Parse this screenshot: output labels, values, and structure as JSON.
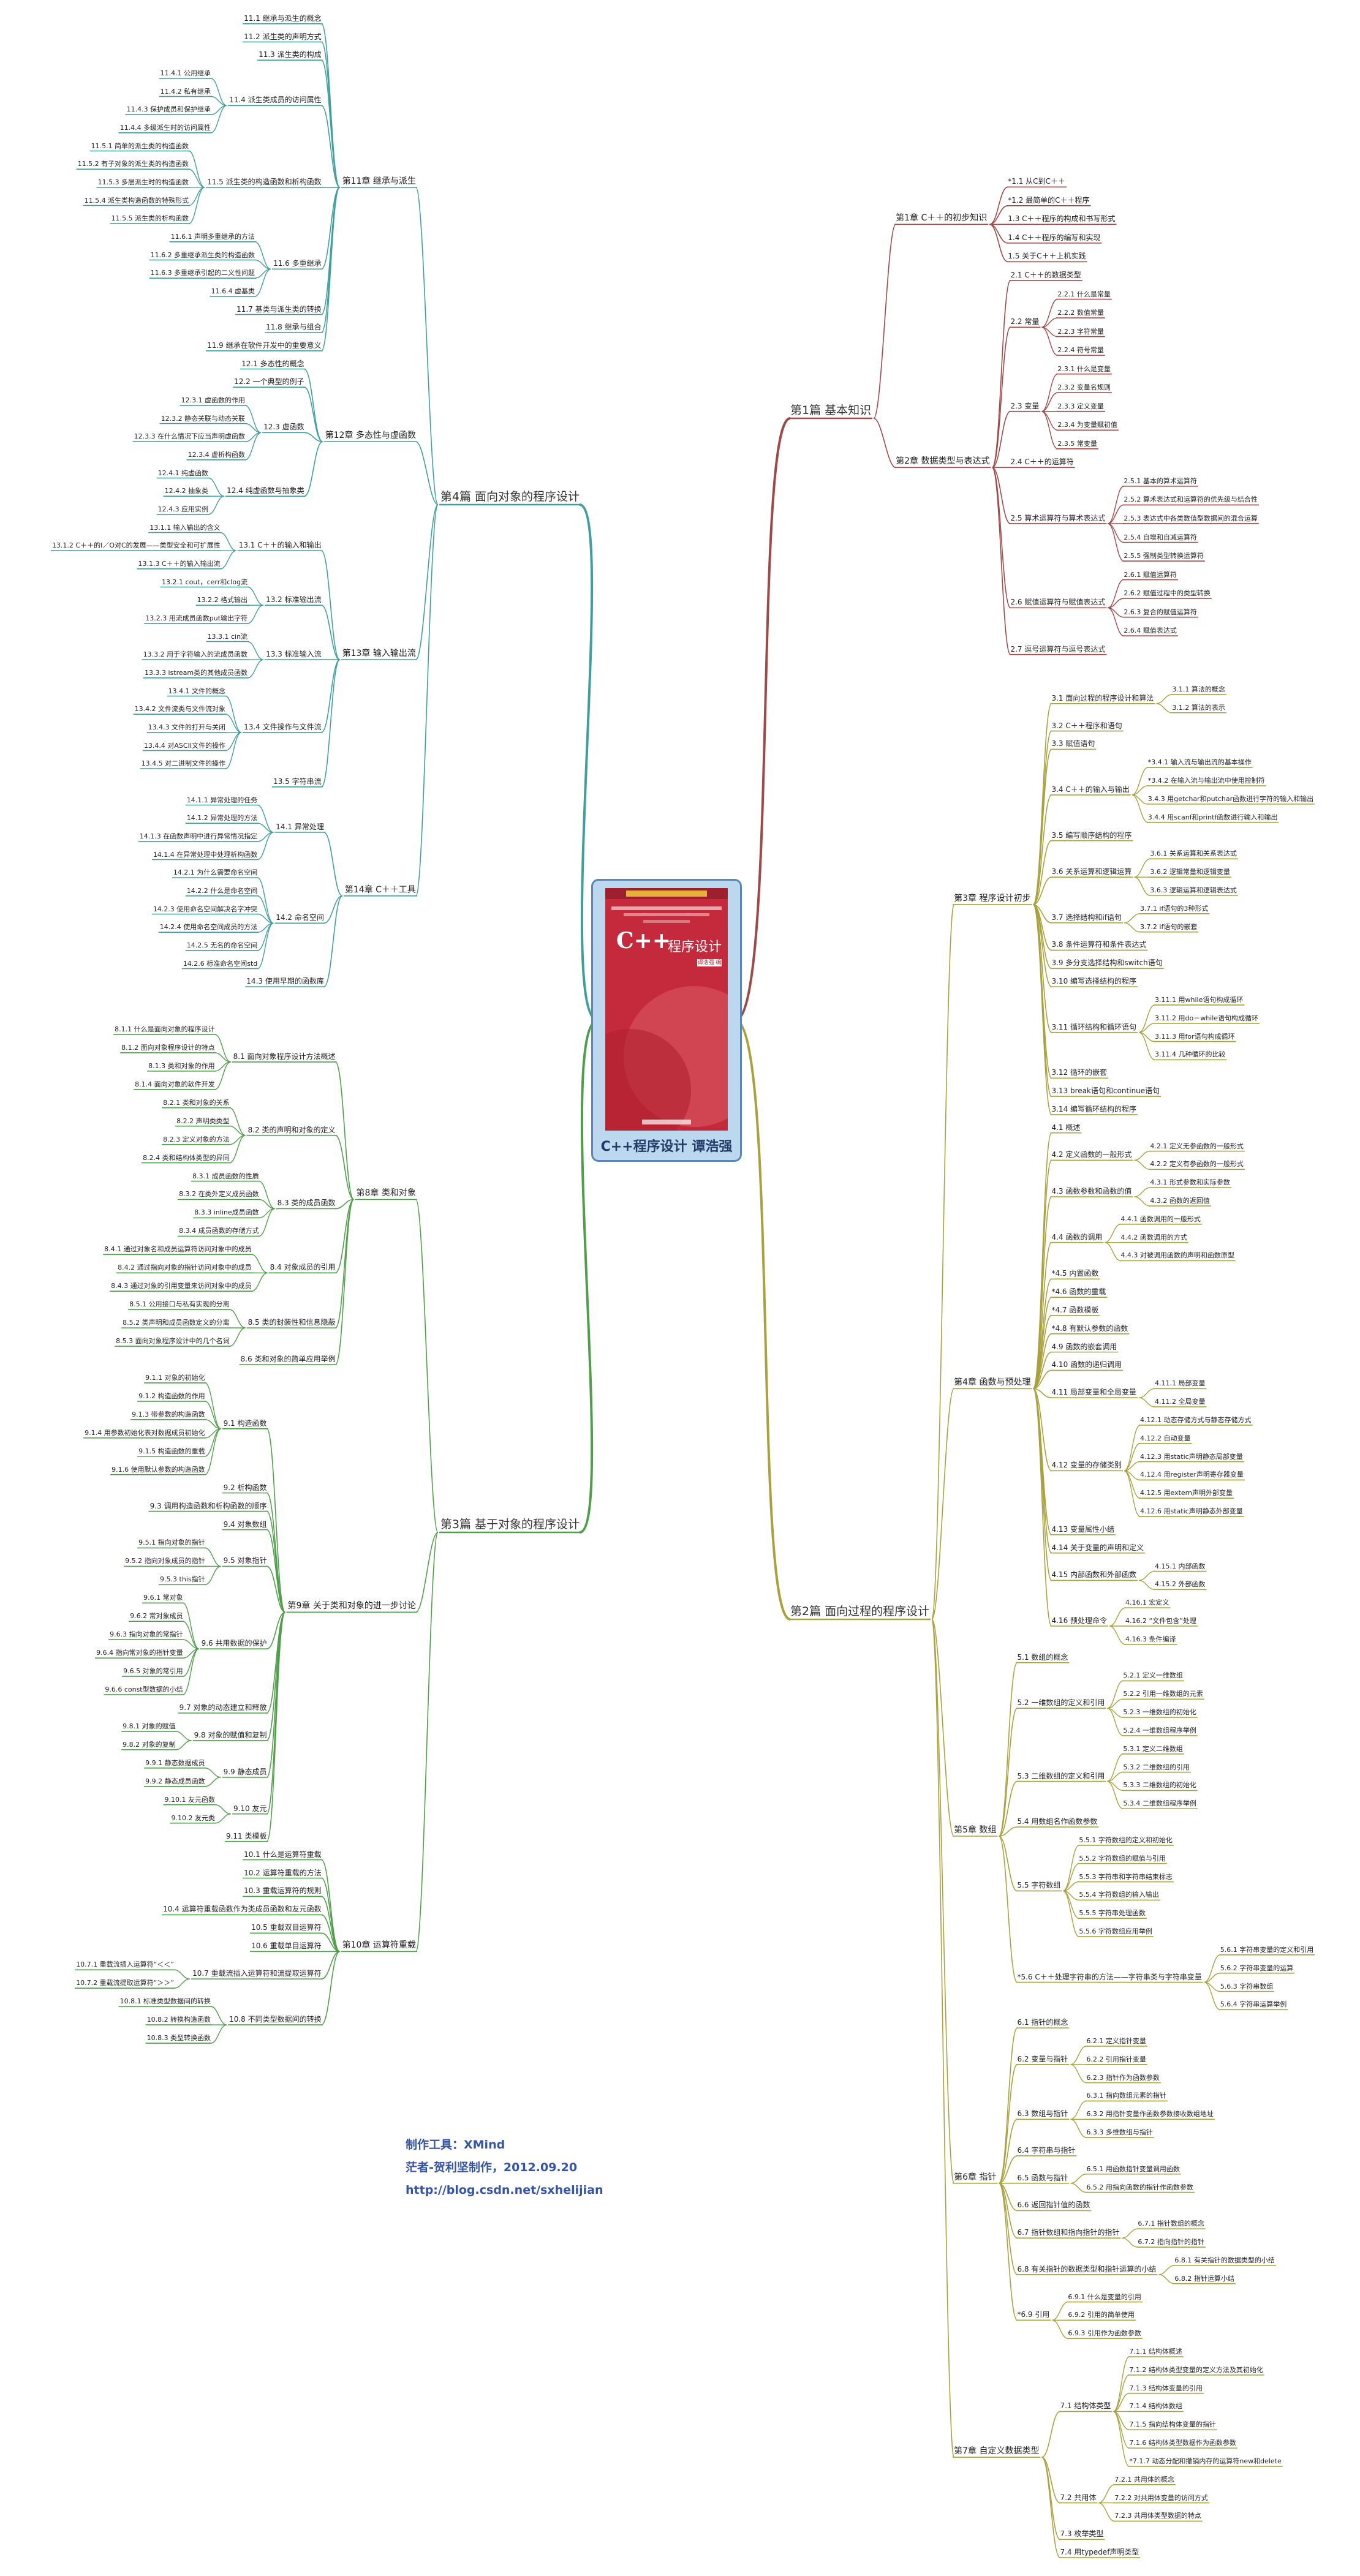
{
  "center_title": "C++程序设计 谭浩强",
  "cover": {
    "cpp": "C++",
    "cn": "程序设计",
    "author": "谭浩强 编著"
  },
  "credits": [
    "制作工具：XMind",
    "茫者-贺利坚制作，2012.09.20",
    "http://blog.csdn.net/sxhelijian"
  ],
  "colors": {
    "part1": "#a04848",
    "part2": "#a9a23c",
    "part3": "#4f9e49",
    "part4": "#3e9f9c",
    "center_border": "#5a86b8"
  },
  "parts": [
    {
      "label": "第1篇 基本知识",
      "chapters": [
        {
          "label": "第1章 C＋＋的初步知识",
          "items": [
            {
              "label": "*1.1 从C到C＋＋"
            },
            {
              "label": "*1.2 最简单的C＋＋程序"
            },
            {
              "label": "1.3 C＋＋程序的构成和书写形式"
            },
            {
              "label": "1.4 C＋＋程序的编写和实现"
            },
            {
              "label": "1.5 关于C＋＋上机实践"
            }
          ]
        },
        {
          "label": "第2章 数据类型与表达式",
          "items": [
            {
              "label": "2.1 C＋＋的数据类型"
            },
            {
              "label": "2.2 常量",
              "items": [
                "2.2.1 什么是常量",
                "2.2.2 数值常量",
                "2.2.3 字符常量",
                "2.2.4 符号常量"
              ]
            },
            {
              "label": "2.3 变量",
              "items": [
                "2.3.1 什么是变量",
                "2.3.2 变量名规则",
                "2.3.3 定义变量",
                "2.3.4 为变量赋初值",
                "2.3.5 常变量"
              ]
            },
            {
              "label": "2.4 C＋＋的运算符"
            },
            {
              "label": "2.5 算术运算符与算术表达式",
              "items": [
                "2.5.1 基本的算术运算符",
                "2.5.2 算术表达式和运算符的优先级与结合性",
                "2.5.3 表达式中各类数值型数据间的混合运算",
                "2.5.4 自增和自减运算符",
                "2.5.5 强制类型转换运算符"
              ]
            },
            {
              "label": "2.6 赋值运算符与赋值表达式",
              "items": [
                "2.6.1 赋值运算符",
                "2.6.2 赋值过程中的类型转换",
                "2.6.3 复合的赋值运算符",
                "2.6.4 赋值表达式"
              ]
            },
            {
              "label": "2.7 逗号运算符与逗号表达式"
            }
          ]
        }
      ]
    },
    {
      "label": "第2篇 面向过程的程序设计",
      "chapters": [
        {
          "label": "第3章 程序设计初步",
          "items": [
            {
              "label": "3.1 面向过程的程序设计和算法",
              "items": [
                "3.1.1 算法的概念",
                "3.1.2 算法的表示"
              ]
            },
            {
              "label": "3.2 C＋＋程序和语句"
            },
            {
              "label": "3.3 赋值语句"
            },
            {
              "label": "3.4 C＋＋的输入与输出",
              "items": [
                "*3.4.1 输入流与输出流的基本操作",
                "*3.4.2 在输入流与输出流中使用控制符",
                "3.4.3 用getchar和putchar函数进行字符的输入和输出",
                "3.4.4 用scanf和printf函数进行输入和输出"
              ]
            },
            {
              "label": "3.5 编写顺序结构的程序"
            },
            {
              "label": "3.6 关系运算和逻辑运算",
              "items": [
                "3.6.1 关系运算和关系表达式",
                "3.6.2 逻辑常量和逻辑变量",
                "3.6.3 逻辑运算和逻辑表达式"
              ]
            },
            {
              "label": "3.7 选择结构和if语句",
              "items": [
                "3.7.1 if语句的3种形式",
                "3.7.2 if语句的嵌套"
              ]
            },
            {
              "label": "3.8 条件运算符和条件表达式"
            },
            {
              "label": "3.9 多分支选择结构和switch语句"
            },
            {
              "label": "3.10 编写选择结构的程序"
            },
            {
              "label": "3.11 循环结构和循环语句",
              "items": [
                "3.11.1 用while语句构成循环",
                "3.11.2 用do－while语句构成循环",
                "3.11.3 用for语句构成循环",
                "3.11.4 几种循环的比较"
              ]
            },
            {
              "label": "3.12 循环的嵌套"
            },
            {
              "label": "3.13 break语句和continue语句"
            },
            {
              "label": "3.14 编写循环结构的程序"
            }
          ]
        },
        {
          "label": "第4章 函数与预处理",
          "items": [
            {
              "label": "4.1 概述"
            },
            {
              "label": "4.2 定义函数的一般形式",
              "items": [
                "4.2.1 定义无参函数的一般形式",
                "4.2.2 定义有参函数的一般形式"
              ]
            },
            {
              "label": "4.3 函数参数和函数的值",
              "items": [
                "4.3.1 形式参数和实际参数",
                "4.3.2 函数的返回值"
              ]
            },
            {
              "label": "4.4 函数的调用",
              "items": [
                "4.4.1 函数调用的一般形式",
                "4.4.2 函数调用的方式",
                "4.4.3 对被调用函数的声明和函数原型"
              ]
            },
            {
              "label": "*4.5 内置函数"
            },
            {
              "label": "*4.6 函数的重载"
            },
            {
              "label": "*4.7 函数模板"
            },
            {
              "label": "*4.8 有默认参数的函数"
            },
            {
              "label": "4.9 函数的嵌套调用"
            },
            {
              "label": "4.10 函数的递归调用"
            },
            {
              "label": "4.11 局部变量和全局变量",
              "items": [
                "4.11.1 局部变量",
                "4.11.2 全局变量"
              ]
            },
            {
              "label": "4.12 变量的存储类别",
              "items": [
                "4.12.1 动态存储方式与静态存储方式",
                "4.12.2 自动变量",
                "4.12.3 用static声明静态局部变量",
                "4.12.4 用register声明寄存器变量",
                "4.12.5 用extern声明外部变量",
                "4.12.6 用static声明静态外部变量"
              ]
            },
            {
              "label": "4.13 变量属性小结"
            },
            {
              "label": "4.14 关于变量的声明和定义"
            },
            {
              "label": "4.15 内部函数和外部函数",
              "items": [
                "4.15.1 内部函数",
                "4.15.2 外部函数"
              ]
            },
            {
              "label": "4.16 预处理命令",
              "items": [
                "4.16.1 宏定义",
                "4.16.2 “文件包含”处理",
                "4.16.3 条件编译"
              ]
            }
          ]
        },
        {
          "label": "第5章 数组",
          "items": [
            {
              "label": "5.1 数组的概念"
            },
            {
              "label": "5.2 一维数组的定义和引用",
              "items": [
                "5.2.1 定义一维数组",
                "5.2.2 引用一维数组的元素",
                "5.2.3 一维数组的初始化",
                "5.2.4 一维数组程序举例"
              ]
            },
            {
              "label": "5.3 二维数组的定义和引用",
              "items": [
                "5.3.1 定义二维数组",
                "5.3.2 二维数组的引用",
                "5.3.3 二维数组的初始化",
                "5.3.4 二维数组程序举例"
              ]
            },
            {
              "label": "5.4 用数组名作函数参数"
            },
            {
              "label": "5.5 字符数组",
              "items": [
                "5.5.1 字符数组的定义和初始化",
                "5.5.2 字符数组的赋值与引用",
                "5.5.3 字符串和字符串结束标志",
                "5.5.4 字符数组的输入输出",
                "5.5.5 字符串处理函数",
                "5.5.6 字符数组应用举例"
              ]
            },
            {
              "label": "*5.6 C＋＋处理字符串的方法——字符串类与字符串变量",
              "items": [
                "5.6.1 字符串变量的定义和引用",
                "5.6.2 字符串变量的运算",
                "5.6.3 字符串数组",
                "5.6.4 字符串运算举例"
              ]
            }
          ]
        },
        {
          "label": "第6章 指针",
          "items": [
            {
              "label": "6.1 指针的概念"
            },
            {
              "label": "6.2 变量与指针",
              "items": [
                "6.2.1 定义指针变量",
                "6.2.2 引用指针变量",
                "6.2.3 指针作为函数参数"
              ]
            },
            {
              "label": "6.3 数组与指针",
              "items": [
                "6.3.1 指向数组元素的指针",
                "6.3.2 用指针变量作函数参数接收数组地址",
                "6.3.3 多维数组与指针"
              ]
            },
            {
              "label": "6.4 字符串与指针"
            },
            {
              "label": "6.5 函数与指针",
              "items": [
                "6.5.1 用函数指针变量调用函数",
                "6.5.2 用指向函数的指针作函数参数"
              ]
            },
            {
              "label": "6.6 返回指针值的函数"
            },
            {
              "label": "6.7 指针数组和指向指针的指针",
              "items": [
                "6.7.1 指针数组的概念",
                "6.7.2 指向指针的指针"
              ]
            },
            {
              "label": "6.8 有关指针的数据类型和指针运算的小结",
              "items": [
                "6.8.1 有关指针的数据类型的小结",
                "6.8.2 指针运算小结"
              ]
            },
            {
              "label": "*6.9 引用",
              "items": [
                "6.9.1 什么是变量的引用",
                "6.9.2 引用的简单使用",
                "6.9.3 引用作为函数参数"
              ]
            }
          ]
        },
        {
          "label": "第7章 自定义数据类型",
          "items": [
            {
              "label": "7.1 结构体类型",
              "items": [
                "7.1.1 结构体概述",
                "7.1.2 结构体类型变量的定义方法及其初始化",
                "7.1.3 结构体变量的引用",
                "7.1.4 结构体数组",
                "7.1.5 指向结构体变量的指针",
                "7.1.6 结构体类型数据作为函数参数",
                "*7.1.7 动态分配和撤销内存的运算符new和delete"
              ]
            },
            {
              "label": "7.2 共用体",
              "items": [
                "7.2.1 共用体的概念",
                "7.2.2 对共用体变量的访问方式",
                "7.2.3 共用体类型数据的特点"
              ]
            },
            {
              "label": "7.3 枚举类型"
            },
            {
              "label": "7.4 用typedef声明类型"
            }
          ]
        }
      ]
    },
    {
      "label": "第3篇 基于对象的程序设计",
      "chapters": [
        {
          "label": "第8章 类和对象",
          "items": [
            {
              "label": "8.1 面向对象程序设计方法概述",
              "items": [
                "8.1.1 什么是面向对象的程序设计",
                "8.1.2 面向对象程序设计的特点",
                "8.1.3 类和对象的作用",
                "8.1.4 面向对象的软件开发"
              ]
            },
            {
              "label": "8.2 类的声明和对象的定义",
              "items": [
                "8.2.1 类和对象的关系",
                "8.2.2 声明类类型",
                "8.2.3 定义对象的方法",
                "8.2.4 类和结构体类型的异同"
              ]
            },
            {
              "label": "8.3 类的成员函数",
              "items": [
                "8.3.1 成员函数的性质",
                "8.3.2 在类外定义成员函数",
                "8.3.3 inline成员函数",
                "8.3.4 成员函数的存储方式"
              ]
            },
            {
              "label": "8.4 对象成员的引用",
              "items": [
                "8.4.1 通过对象名和成员运算符访问对象中的成员",
                "8.4.2 通过指向对象的指针访问对象中的成员",
                "8.4.3 通过对象的引用变量来访问对象中的成员"
              ]
            },
            {
              "label": "8.5 类的封装性和信息隐蔽",
              "items": [
                "8.5.1 公用接口与私有实现的分离",
                "8.5.2 类声明和成员函数定义的分离",
                "8.5.3 面向对象程序设计中的几个名词"
              ]
            },
            {
              "label": "8.6 类和对象的简单应用举例"
            }
          ]
        },
        {
          "label": "第9章 关于类和对象的进一步讨论",
          "items": [
            {
              "label": "9.1 构造函数",
              "items": [
                "9.1.1 对象的初始化",
                "9.1.2 构造函数的作用",
                "9.1.3 带参数的构造函数",
                "9.1.4 用参数初始化表对数据成员初始化",
                "9.1.5 构造函数的重载",
                "9.1.6 使用默认参数的构造函数"
              ]
            },
            {
              "label": "9.2 析构函数"
            },
            {
              "label": "9.3 调用构造函数和析构函数的顺序"
            },
            {
              "label": "9.4 对象数组"
            },
            {
              "label": "9.5 对象指针",
              "items": [
                "9.5.1 指向对象的指针",
                "9.5.2 指向对象成员的指针",
                "9.5.3 this指针"
              ]
            },
            {
              "label": "9.6 共用数据的保护",
              "items": [
                "9.6.1 常对象",
                "9.6.2 常对象成员",
                "9.6.3 指向对象的常指针",
                "9.6.4 指向常对象的指针变量",
                "9.6.5 对象的常引用",
                "9.6.6 const型数据的小结"
              ]
            },
            {
              "label": "9.7 对象的动态建立和释放"
            },
            {
              "label": "9.8 对象的赋值和复制",
              "items": [
                "9.8.1 对象的赋值",
                "9.8.2 对象的复制"
              ]
            },
            {
              "label": "9.9 静态成员",
              "items": [
                "9.9.1 静态数据成员",
                "9.9.2 静态成员函数"
              ]
            },
            {
              "label": "9.10 友元",
              "items": [
                "9.10.1 友元函数",
                "9.10.2 友元类"
              ]
            },
            {
              "label": "9.11 类模板"
            }
          ]
        },
        {
          "label": "第10章 运算符重载",
          "items": [
            {
              "label": "10.1 什么是运算符重载"
            },
            {
              "label": "10.2 运算符重载的方法"
            },
            {
              "label": "10.3 重载运算符的规则"
            },
            {
              "label": "10.4 运算符重载函数作为类成员函数和友元函数"
            },
            {
              "label": "10.5 重载双目运算符"
            },
            {
              "label": "10.6 重载单目运算符"
            },
            {
              "label": "10.7 重载流插入运算符和流提取运算符",
              "items": [
                "10.7.1 重载流插入运算符“＜＜”",
                "10.7.2 重载流提取运算符“＞＞”"
              ]
            },
            {
              "label": "10.8 不同类型数据间的转换",
              "items": [
                "10.8.1 标准类型数据间的转换",
                "10.8.2 转换构造函数",
                "10.8.3 类型转换函数"
              ]
            }
          ]
        }
      ]
    },
    {
      "label": "第4篇 面向对象的程序设计",
      "chapters": [
        {
          "label": "第11章 继承与派生",
          "items": [
            {
              "label": "11.1 继承与派生的概念"
            },
            {
              "label": "11.2 派生类的声明方式"
            },
            {
              "label": "11.3 派生类的构成"
            },
            {
              "label": "11.4 派生类成员的访问属性",
              "items": [
                "11.4.1 公用继承",
                "11.4.2 私有继承",
                "11.4.3 保护成员和保护继承",
                "11.4.4 多级派生时的访问属性"
              ]
            },
            {
              "label": "11.5 派生类的构造函数和析构函数",
              "items": [
                "11.5.1 简单的派生类的构造函数",
                "11.5.2 有子对象的派生类的构造函数",
                "11.5.3 多层派生时的构造函数",
                "11.5.4 派生类构造函数的特殊形式",
                "11.5.5 派生类的析构函数"
              ]
            },
            {
              "label": "11.6 多重继承",
              "items": [
                "11.6.1 声明多重继承的方法",
                "11.6.2 多重继承派生类的构造函数",
                "11.6.3 多重继承引起的二义性问题",
                "11.6.4 虚基类"
              ]
            },
            {
              "label": "11.7 基类与派生类的转换"
            },
            {
              "label": "11.8 继承与组合"
            },
            {
              "label": "11.9 继承在软件开发中的重要意义"
            }
          ]
        },
        {
          "label": "第12章 多态性与虚函数",
          "items": [
            {
              "label": "12.1 多态性的概念"
            },
            {
              "label": "12.2 一个典型的例子"
            },
            {
              "label": "12.3 虚函数",
              "items": [
                "12.3.1 虚函数的作用",
                "12.3.2 静态关联与动态关联",
                "12.3.3 在什么情况下应当声明虚函数",
                "12.3.4 虚析构函数"
              ]
            },
            {
              "label": "12.4 纯虚函数与抽象类",
              "items": [
                "12.4.1 纯虚函数",
                "12.4.2 抽象类",
                "12.4.3 应用实例"
              ]
            }
          ]
        },
        {
          "label": "第13章 输入输出流",
          "items": [
            {
              "label": "13.1 C＋＋的输入和输出",
              "items": [
                "13.1.1 输入输出的含义",
                "13.1.2 C＋＋的I／O对C的发展——类型安全和可扩展性",
                "13.1.3 C＋＋的输入输出流"
              ]
            },
            {
              "label": "13.2 标准输出流",
              "items": [
                "13.2.1 cout，cerr和clog流",
                "13.2.2 格式输出",
                "13.2.3 用流成员函数put输出字符"
              ]
            },
            {
              "label": "13.3 标准输入流",
              "items": [
                "13.3.1 cin流",
                "13.3.2 用于字符输入的流成员函数",
                "13.3.3 istream类的其他成员函数"
              ]
            },
            {
              "label": "13.4 文件操作与文件流",
              "items": [
                "13.4.1 文件的概念",
                "13.4.2 文件流类与文件流对象",
                "13.4.3 文件的打开与关闭",
                "13.4.4 对ASCII文件的操作",
                "13.4.5 对二进制文件的操作"
              ]
            },
            {
              "label": "13.5 字符串流"
            }
          ]
        },
        {
          "label": "第14章 C＋＋工具",
          "items": [
            {
              "label": "14.1 异常处理",
              "items": [
                "14.1.1 异常处理的任务",
                "14.1.2 异常处理的方法",
                "14.1.3 在函数声明中进行异常情况指定",
                "14.1.4 在异常处理中处理析构函数"
              ]
            },
            {
              "label": "14.2 命名空间",
              "items": [
                "14.2.1 为什么需要命名空间",
                "14.2.2 什么是命名空间",
                "14.2.3 使用命名空间解决名字冲突",
                "14.2.4 使用命名空间成员的方法",
                "14.2.5 无名的命名空间",
                "14.2.6 标准命名空间std"
              ]
            },
            {
              "label": "14.3 使用早期的函数库"
            }
          ]
        }
      ]
    }
  ]
}
